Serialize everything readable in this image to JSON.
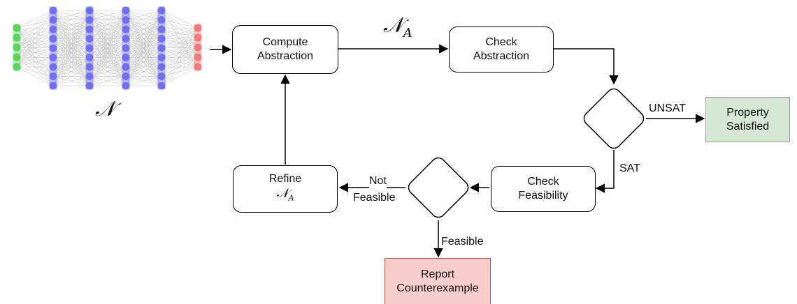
{
  "network": {
    "symbol": "𝒩",
    "colors": {
      "input": "#59d359",
      "hidden": "#6f6ff2",
      "output": "#f27a7a",
      "edges": "#bdbdbd"
    }
  },
  "abstraction_symbol": {
    "base": "𝒩",
    "sub": "A"
  },
  "nodes": {
    "compute_abstraction": {
      "line1": "Compute",
      "line2": "Abstraction"
    },
    "check_abstraction": {
      "line1": "Check",
      "line2": "Abstraction"
    },
    "property_satisfied": {
      "line1": "Property",
      "line2": "Satisfied"
    },
    "check_feasibility": {
      "line1": "Check",
      "line2": "Feasibility"
    },
    "refine": {
      "line1": "Refine",
      "math_base": "𝒩",
      "math_sub": "A"
    },
    "report_counterexample": {
      "line1": "Report",
      "line2": "Counterexample"
    }
  },
  "edge_labels": {
    "unsat": "UNSAT",
    "sat": "SAT",
    "not_feasible_1": "Not",
    "not_feasible_2": "Feasible",
    "feasible": "Feasible"
  },
  "colors": {
    "property_fill": "#d5e8d4",
    "property_stroke": "#82b366",
    "report_fill": "#f8cecc",
    "report_stroke": "#b85450"
  }
}
